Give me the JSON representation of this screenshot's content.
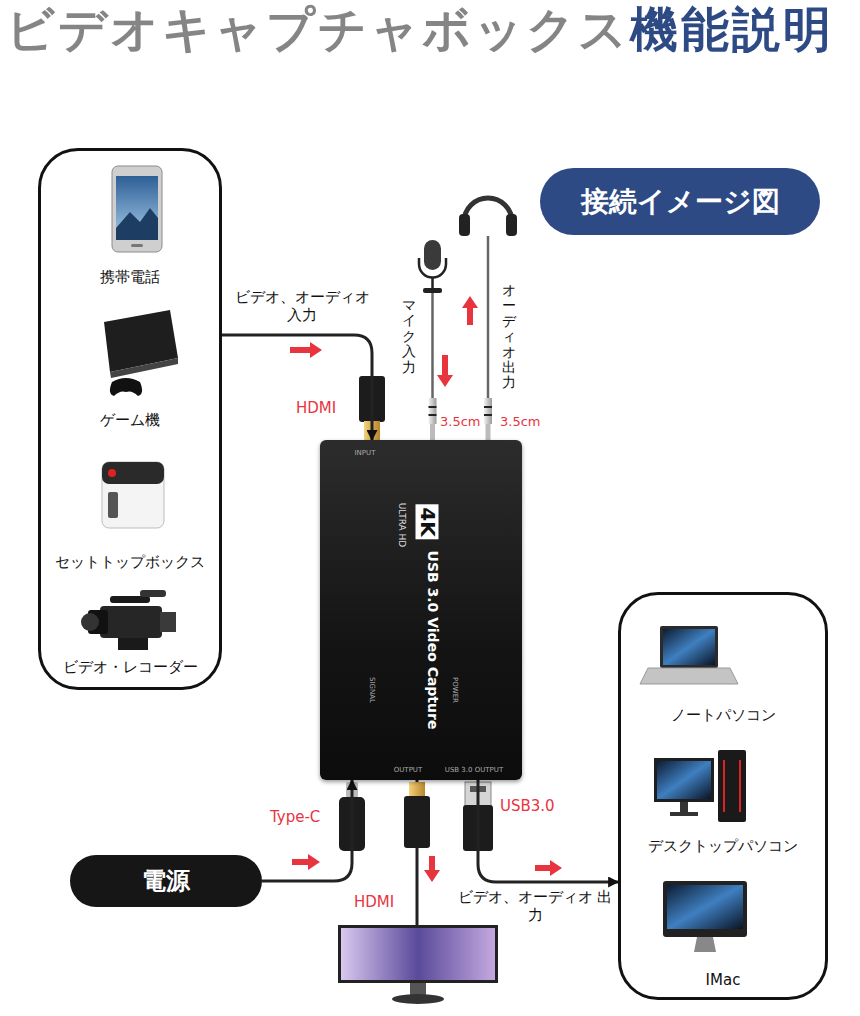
{
  "diagram": {
    "title": "ビデオキャプチャボックス機能説明",
    "nodes": [
      {
        "text": [
          "携帯電話",
          "ゲーム機",
          "セットトップボックス",
          "ビデオ・レコーダー"
        ]
      },
      {
        "text": [
          "接続イメージ図"
        ]
      },
      {
        "text": [
          "INPUT",
          "4K",
          "ULTRA HD",
          "USB 3.0 Video Capture",
          "SIGNAL",
          "POWER",
          "OUTPUT",
          "USB 3.0 OUTPUT"
        ]
      },
      {
        "text": [
          "電源"
        ]
      },
      {
        "text": [
          "ノートパソコン",
          "デスクトップパソコン",
          "IMac"
        ]
      }
    ],
    "edges": [
      {
        "from": 0,
        "to": 2,
        "label": "ビデオ、オーディオ 入力",
        "arrow": "to"
      },
      {
        "from": 3,
        "to": 2,
        "label": "Type-C",
        "arrow": "to"
      },
      {
        "from": 2,
        "to": 4,
        "label": "ビデオ、オーディオ 出力",
        "arrow": "to"
      }
    ],
    "labels": [
      "HDMI",
      "マイク入力",
      "3.5cm",
      "オーディオ出力",
      "3.5cm",
      "HDMI",
      "USB3.0"
    ]
  }
}
